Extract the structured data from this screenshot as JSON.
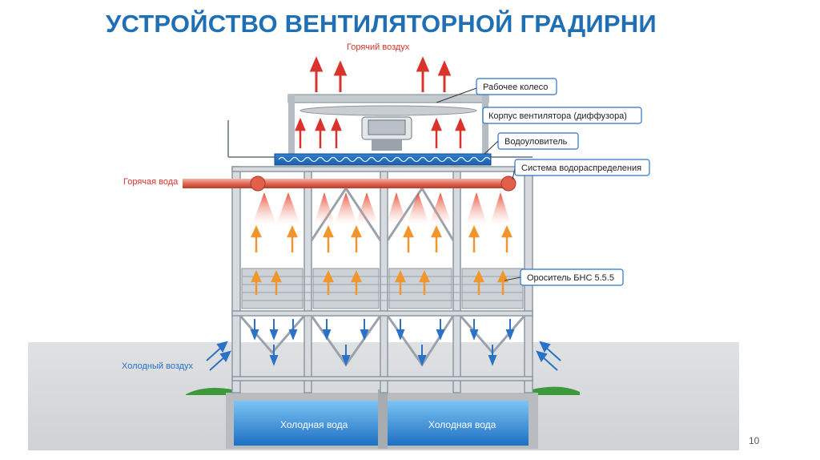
{
  "title": "УСТРОЙСТВО ВЕНТИЛЯТОРНОЙ ГРАДИРНИ",
  "page_number": "10",
  "labels": {
    "hot_air": "Горячий воздух",
    "hot_water": "Горячая вода",
    "cold_air": "Холодный воздух",
    "cold_water_left": "Холодная вода",
    "cold_water_right": "Холодная вода"
  },
  "callouts": [
    "Рабочее колесо",
    "Корпус вентилятора (диффузора)",
    "Водоуловитель",
    "Система водораспределения",
    "Ороситель БНС 5.5.5"
  ],
  "colors": {
    "title": "#1f6fb5",
    "hot": "#d9332b",
    "cold": "#2a72c8",
    "frame": "#9aa3ad",
    "water": "#2f8fe0"
  }
}
